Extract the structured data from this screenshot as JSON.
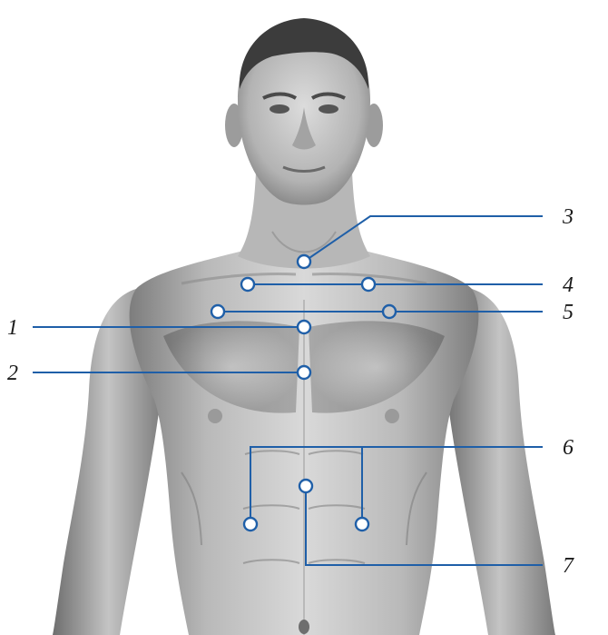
{
  "figure": {
    "image": "male-torso-illustration",
    "colors": {
      "leader_line": "#1f5fa8",
      "marker_fill": "#ffffff",
      "marker_fill_alt": "#c8c8c8",
      "skin_light": "#d7d7d7",
      "skin_mid": "#a9a9a9",
      "skin_dark": "#6c6c6c",
      "hair": "#3a3a3a",
      "label_text": "#1a1a1a"
    }
  },
  "labels": {
    "l1": "1",
    "l2": "2",
    "l3": "3",
    "l4": "4",
    "l5": "5",
    "l6": "6",
    "l7": "7"
  }
}
